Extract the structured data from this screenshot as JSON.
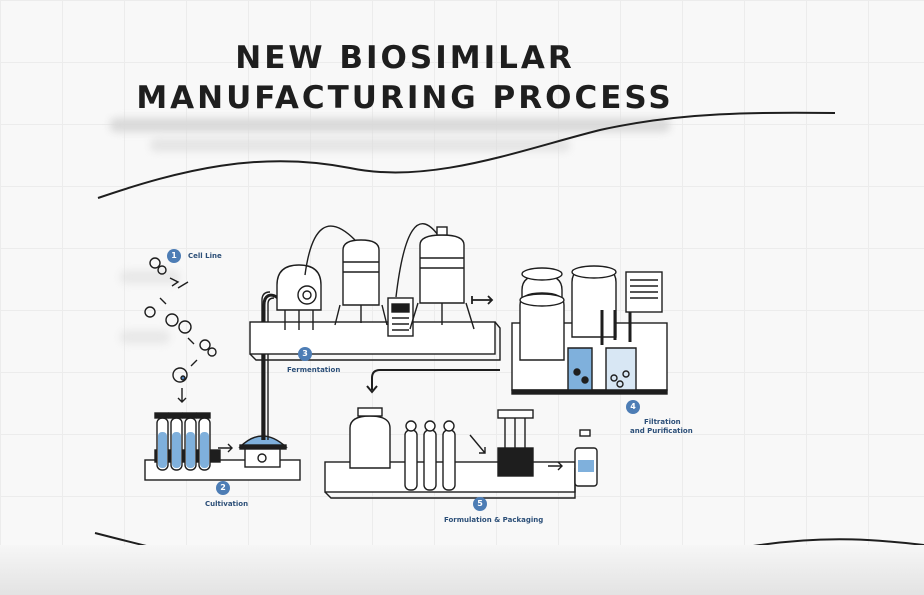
{
  "title": {
    "line1": "NEW BIOSIMILAR",
    "line2": "MANUFACTURING PROCESS"
  },
  "steps": [
    {
      "number": "1",
      "label": "Cell Line"
    },
    {
      "number": "2",
      "label": "Cultivation"
    },
    {
      "number": "3",
      "label": "Fermentation"
    },
    {
      "number": "4",
      "label": "Filtration and Purification",
      "label_line1": "Filtration",
      "label_line2": "and Purification"
    },
    {
      "number": "5",
      "label": "Formulation & Packaging"
    }
  ],
  "colors": {
    "accent": "#4d7db5",
    "liquid": "#7fb0dc",
    "ink": "#1e1e1e"
  }
}
